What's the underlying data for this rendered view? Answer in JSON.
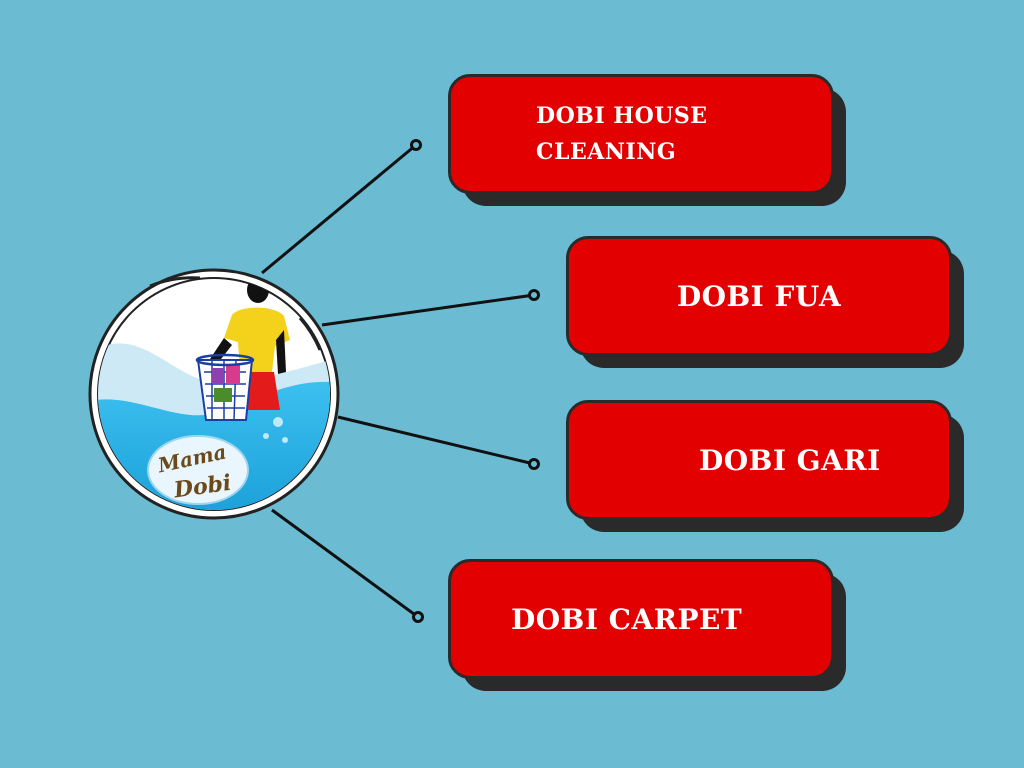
{
  "colors": {
    "background": "#6bbcd3",
    "button_fill": "#e30000",
    "button_shadow": "#2a2a2a",
    "connector": "#111111",
    "water": "#29aee6",
    "shirt": "#f4d21c",
    "skirt": "#e41b1b"
  },
  "logo": {
    "text_line1": "Mama",
    "text_line2": "Dobi"
  },
  "services": [
    {
      "id": "house",
      "label": "DOBI HOUSE CLEANING"
    },
    {
      "id": "fua",
      "label": "DOBI FUA"
    },
    {
      "id": "gari",
      "label": "DOBI GARI"
    },
    {
      "id": "carpet",
      "label": "DOBI CARPET"
    }
  ]
}
